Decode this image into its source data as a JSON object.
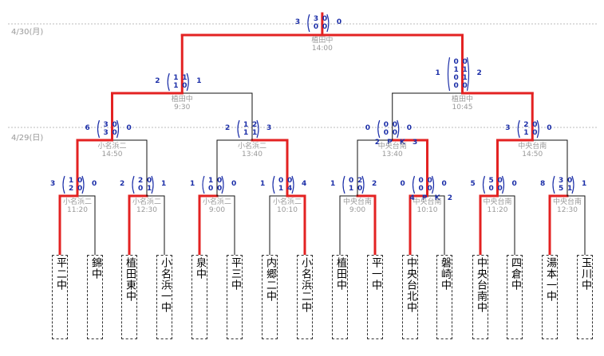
{
  "dates": [
    {
      "id": "d430",
      "label": "4/30(月)"
    },
    {
      "id": "d429",
      "label": "4/29(日)"
    }
  ],
  "teams": [
    "平二中",
    "錦中",
    "植田東中",
    "小名浜一中",
    "泉中",
    "平三中",
    "内郷二中",
    "小名浜二中",
    "植田中",
    "平一中",
    "中央台北中",
    "磐崎中",
    "中央台南中",
    "四倉中",
    "湯本一中",
    "玉川中"
  ],
  "matches": [
    {
      "id": "r1-1",
      "venue": "小名浜二",
      "time": "11:20",
      "outer": [
        3,
        0
      ],
      "inner": [
        [
          1,
          0
        ],
        [
          2,
          0
        ]
      ]
    },
    {
      "id": "r1-2",
      "venue": "小名浜二",
      "time": "12:30",
      "outer": [
        2,
        1
      ],
      "inner": [
        [
          2,
          0
        ],
        [
          0,
          1
        ]
      ]
    },
    {
      "id": "r1-3",
      "venue": "小名浜二",
      "time": "9:00",
      "outer": [
        1,
        0
      ],
      "inner": [
        [
          1,
          0
        ],
        [
          0,
          0
        ]
      ]
    },
    {
      "id": "r1-4",
      "venue": "小名浜二",
      "time": "10:10",
      "outer": [
        1,
        4
      ],
      "inner": [
        [
          0,
          0
        ],
        [
          1,
          4
        ]
      ]
    },
    {
      "id": "r1-5",
      "venue": "中央台南",
      "time": "9:00",
      "outer": [
        1,
        2
      ],
      "inner": [
        [
          0,
          2
        ],
        [
          1,
          0
        ]
      ]
    },
    {
      "id": "r1-6",
      "venue": "中央台南",
      "time": "10:10",
      "outer": [
        0,
        0
      ],
      "inner": [
        [
          0,
          0
        ],
        [
          0,
          0
        ]
      ],
      "pk": "4 P K 2"
    },
    {
      "id": "r1-7",
      "venue": "中央台南",
      "time": "11:20",
      "outer": [
        5,
        0
      ],
      "inner": [
        [
          5,
          0
        ],
        [
          0,
          0
        ]
      ]
    },
    {
      "id": "r1-8",
      "venue": "中央台南",
      "time": "12:30",
      "outer": [
        8,
        1
      ],
      "inner": [
        [
          3,
          0
        ],
        [
          5,
          1
        ]
      ]
    },
    {
      "id": "r2-1",
      "venue": "小名浜二",
      "time": "14:50",
      "outer": [
        6,
        0
      ],
      "inner": [
        [
          3,
          0
        ],
        [
          3,
          0
        ]
      ]
    },
    {
      "id": "r2-2",
      "venue": "小名浜二",
      "time": "13:40",
      "outer": [
        2,
        3
      ],
      "inner": [
        [
          1,
          2
        ],
        [
          1,
          1
        ]
      ]
    },
    {
      "id": "r2-3",
      "venue": "中央台南",
      "time": "13:40",
      "outer": [
        0,
        0
      ],
      "inner": [
        [
          0,
          0
        ],
        [
          0,
          0
        ]
      ],
      "pk": "2 P K 3"
    },
    {
      "id": "r2-4",
      "venue": "中央台南",
      "time": "14:50",
      "outer": [
        3,
        0
      ],
      "inner": [
        [
          2,
          0
        ],
        [
          1,
          0
        ]
      ]
    },
    {
      "id": "sf-1",
      "venue": "植田中",
      "time": "9:30",
      "outer": [
        2,
        1
      ],
      "inner": [
        [
          1,
          1
        ],
        [
          1,
          0
        ]
      ]
    },
    {
      "id": "sf-2",
      "venue": "植田中",
      "time": "10:45",
      "outer": [
        1,
        2
      ],
      "inner": [
        [
          0,
          0
        ],
        [
          1,
          1
        ],
        [
          0,
          1
        ],
        [
          0,
          0
        ]
      ]
    },
    {
      "id": "final",
      "venue": "植田中",
      "time": "14:00",
      "outer": [
        3,
        0
      ],
      "inner": [
        [
          3,
          0
        ],
        [
          0,
          0
        ]
      ]
    }
  ]
}
